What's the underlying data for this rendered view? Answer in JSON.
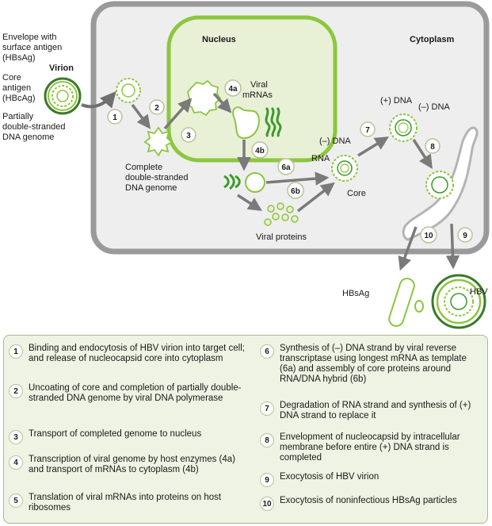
{
  "labels": {
    "envelope": [
      "Envelope with",
      "surface antigen",
      "(HBsAg)"
    ],
    "virion": "Virion",
    "core_antigen": [
      "Core",
      "antigen",
      "(HBcAg)"
    ],
    "partial_genome": [
      "Partially",
      "double-stranded",
      "DNA genome"
    ],
    "nucleus": "Nucleus",
    "cytoplasm": "Cytoplasm",
    "viral_mrnas": [
      "Viral",
      "mRNAs"
    ],
    "complete_genome": [
      "Complete",
      "double-stranded",
      "DNA genome"
    ],
    "minus_dna_core": "(–) DNA",
    "rna": "RNA",
    "core": "Core",
    "plus_dna": "(+) DNA",
    "minus_dna": "(–) DNA",
    "viral_proteins": "Viral proteins",
    "hbsag": "HBsAg",
    "hbv": "HBV"
  },
  "step_badges": {
    "s1": "1",
    "s2": "2",
    "s3": "3",
    "s4a": "4a",
    "s4b": "4b",
    "s6a": "6a",
    "s6b": "6b",
    "s7": "7",
    "s8": "8",
    "s9": "9",
    "s10": "10"
  },
  "legend": {
    "left": [
      {
        "num": "1",
        "text": "Binding and endocytosis of HBV virion into target cell; and release of nucleocapsid core into cytoplasm"
      },
      {
        "num": "2",
        "text": "Uncoating of core and completion of partially double-stranded DNA genome by viral DNA polymerase"
      },
      {
        "num": "3",
        "text": "Transport of completed genome to nucleus"
      },
      {
        "num": "4",
        "text": "Transcription of viral genome by host enzymes (4a) and transport of mRNAs to cytoplasm (4b)"
      },
      {
        "num": "5",
        "text": "Translation of viral mRNAs into proteins on host ribosomes"
      }
    ],
    "right": [
      {
        "num": "6",
        "text": "Synthesis of (–) DNA strand by viral reverse transcriptase using longest mRNA as template (6a) and assembly of core proteins around RNA/DNA hybrid (6b)"
      },
      {
        "num": "7",
        "text": "Degradation of RNA strand and synthesis of (+) DNA strand to replace it"
      },
      {
        "num": "8",
        "text": "Envelopment of nucleocapsid by intracellular membrane before entire (+) DNA strand is completed"
      },
      {
        "num": "9",
        "text": "Exocytosis of HBV virion"
      },
      {
        "num": "10",
        "text": "Exocytosis of noninfectious HBsAg particles"
      }
    ]
  },
  "colors": {
    "green": "#8cc63f",
    "dark_green": "#3a9a2a",
    "nucleus_fill": "#e8f0d6",
    "cell_fill": "#eeeeee",
    "cell_border": "#9a9a9a",
    "legend_bg": "#eef3e3"
  }
}
